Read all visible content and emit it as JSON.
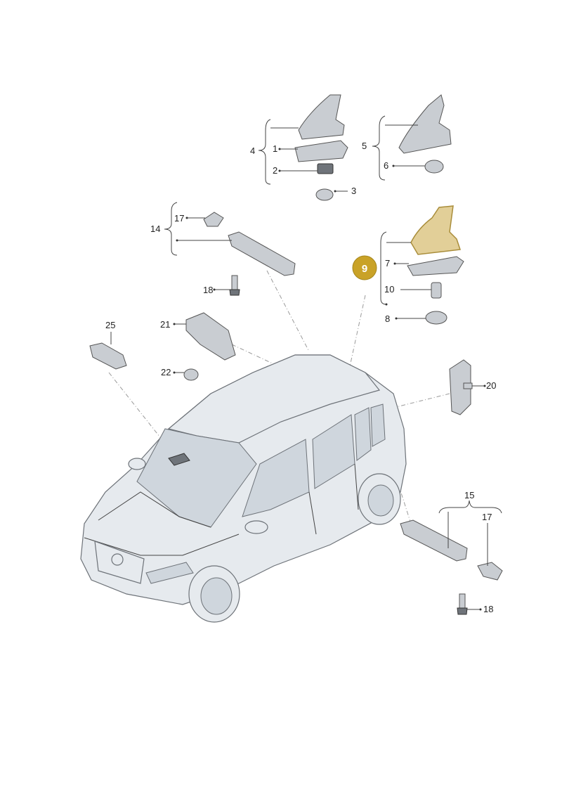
{
  "callout": {
    "label": "9",
    "color": "#c9a227"
  },
  "labels": {
    "p1": "1",
    "p2": "2",
    "p3": "3",
    "p4": "4",
    "p5": "5",
    "p6": "6",
    "p7": "7",
    "p8": "8",
    "p10": "10",
    "p14": "14",
    "p15": "15",
    "p17a": "17",
    "p17b": "17",
    "p18a": "18",
    "p18b": "18",
    "p20": "20",
    "p21": "21",
    "p22": "22",
    "p25": "25"
  },
  "colors": {
    "highlight": "#e2cf98",
    "part": "#c9cdd2",
    "car": "#e6eaee"
  }
}
